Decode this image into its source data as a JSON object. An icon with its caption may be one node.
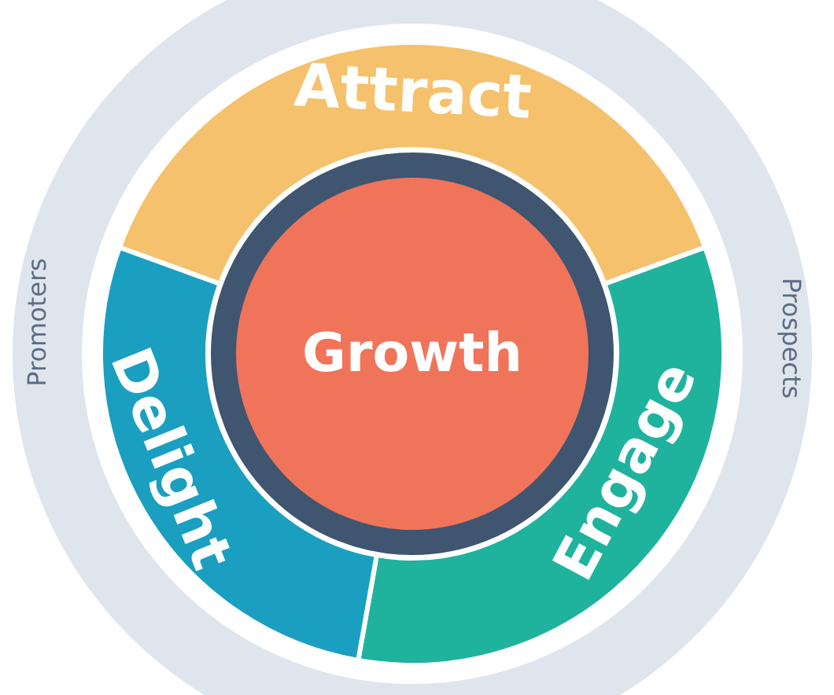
{
  "diagram": {
    "nodes": [
      {
        "text": [
          "Attract"
        ]
      },
      {
        "text": [
          "Engage"
        ]
      },
      {
        "text": [
          "Delight"
        ]
      },
      {
        "text": [
          "Growth"
        ]
      }
    ],
    "labels": [
      "Promoters",
      "Prospects"
    ]
  }
}
